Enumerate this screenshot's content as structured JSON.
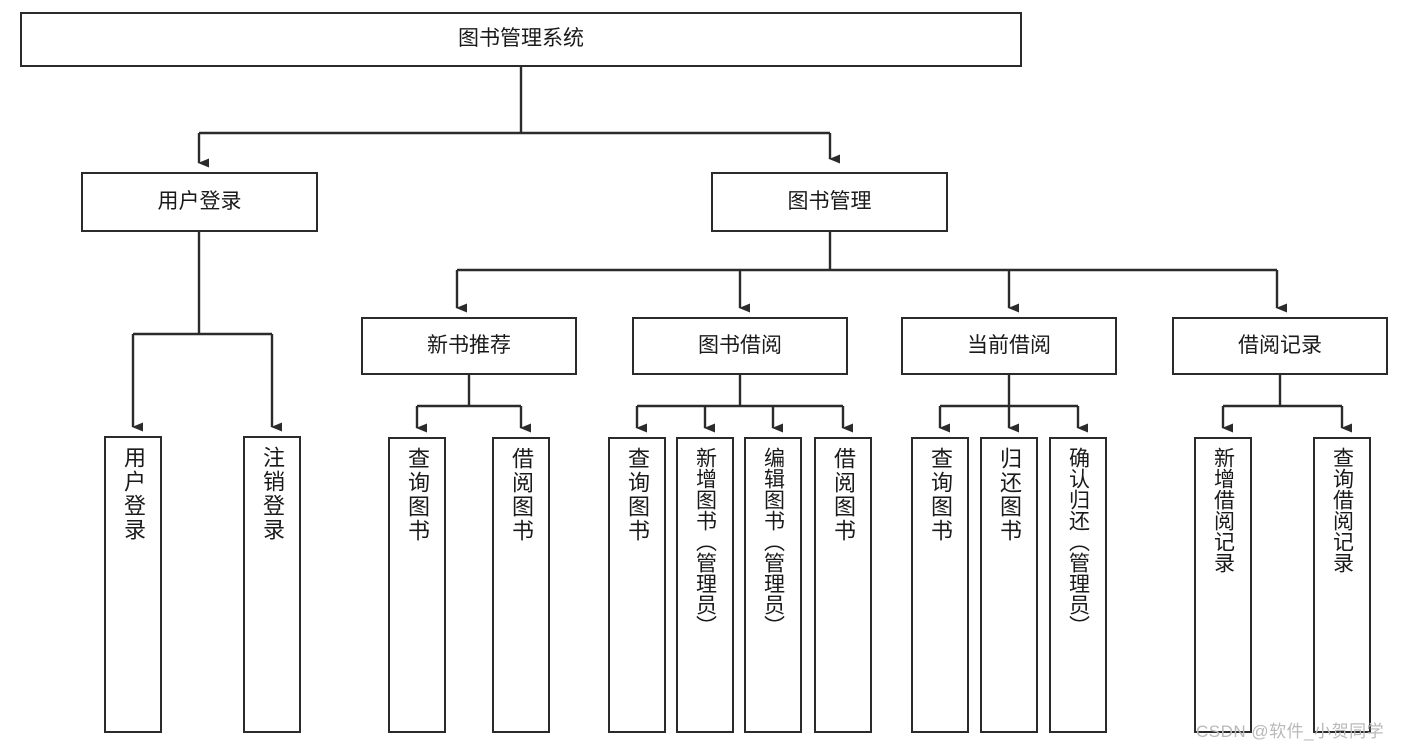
{
  "diagram": {
    "title": "图书管理系统",
    "type": "tree-hierarchy",
    "colors": {
      "stroke": "#2b2b2b",
      "box_fill": "#ffffff",
      "text": "#1a1a1a",
      "background": "#ffffff",
      "watermark": "#b9b9b9"
    },
    "root": {
      "label": "图书管理系统"
    },
    "level2": {
      "user_login": {
        "label": "用户登录"
      },
      "book_manage": {
        "label": "图书管理"
      }
    },
    "level3": {
      "new_book_recommend": {
        "label": "新书推荐"
      },
      "book_borrow": {
        "label": "图书借阅"
      },
      "current_borrow": {
        "label": "当前借阅"
      },
      "borrow_record": {
        "label": "借阅记录"
      }
    },
    "leaves": {
      "user_login": [
        {
          "label": "用户登录"
        },
        {
          "label": "注销登录"
        }
      ],
      "new_book_recommend": [
        {
          "label": "查询图书"
        },
        {
          "label": "借阅图书"
        }
      ],
      "book_borrow": [
        {
          "label": "查询图书"
        },
        {
          "label": "新增图书（管理员）"
        },
        {
          "label": "编辑图书（管理员）"
        },
        {
          "label": "借阅图书"
        }
      ],
      "current_borrow": [
        {
          "label": "查询图书"
        },
        {
          "label": "归还图书"
        },
        {
          "label": "确认归还（管理员）"
        }
      ],
      "borrow_record": [
        {
          "label": "新增借阅记录"
        },
        {
          "label": "查询借阅记录"
        }
      ]
    },
    "watermark": {
      "text": "CSDN @软件_小贺同学"
    }
  }
}
